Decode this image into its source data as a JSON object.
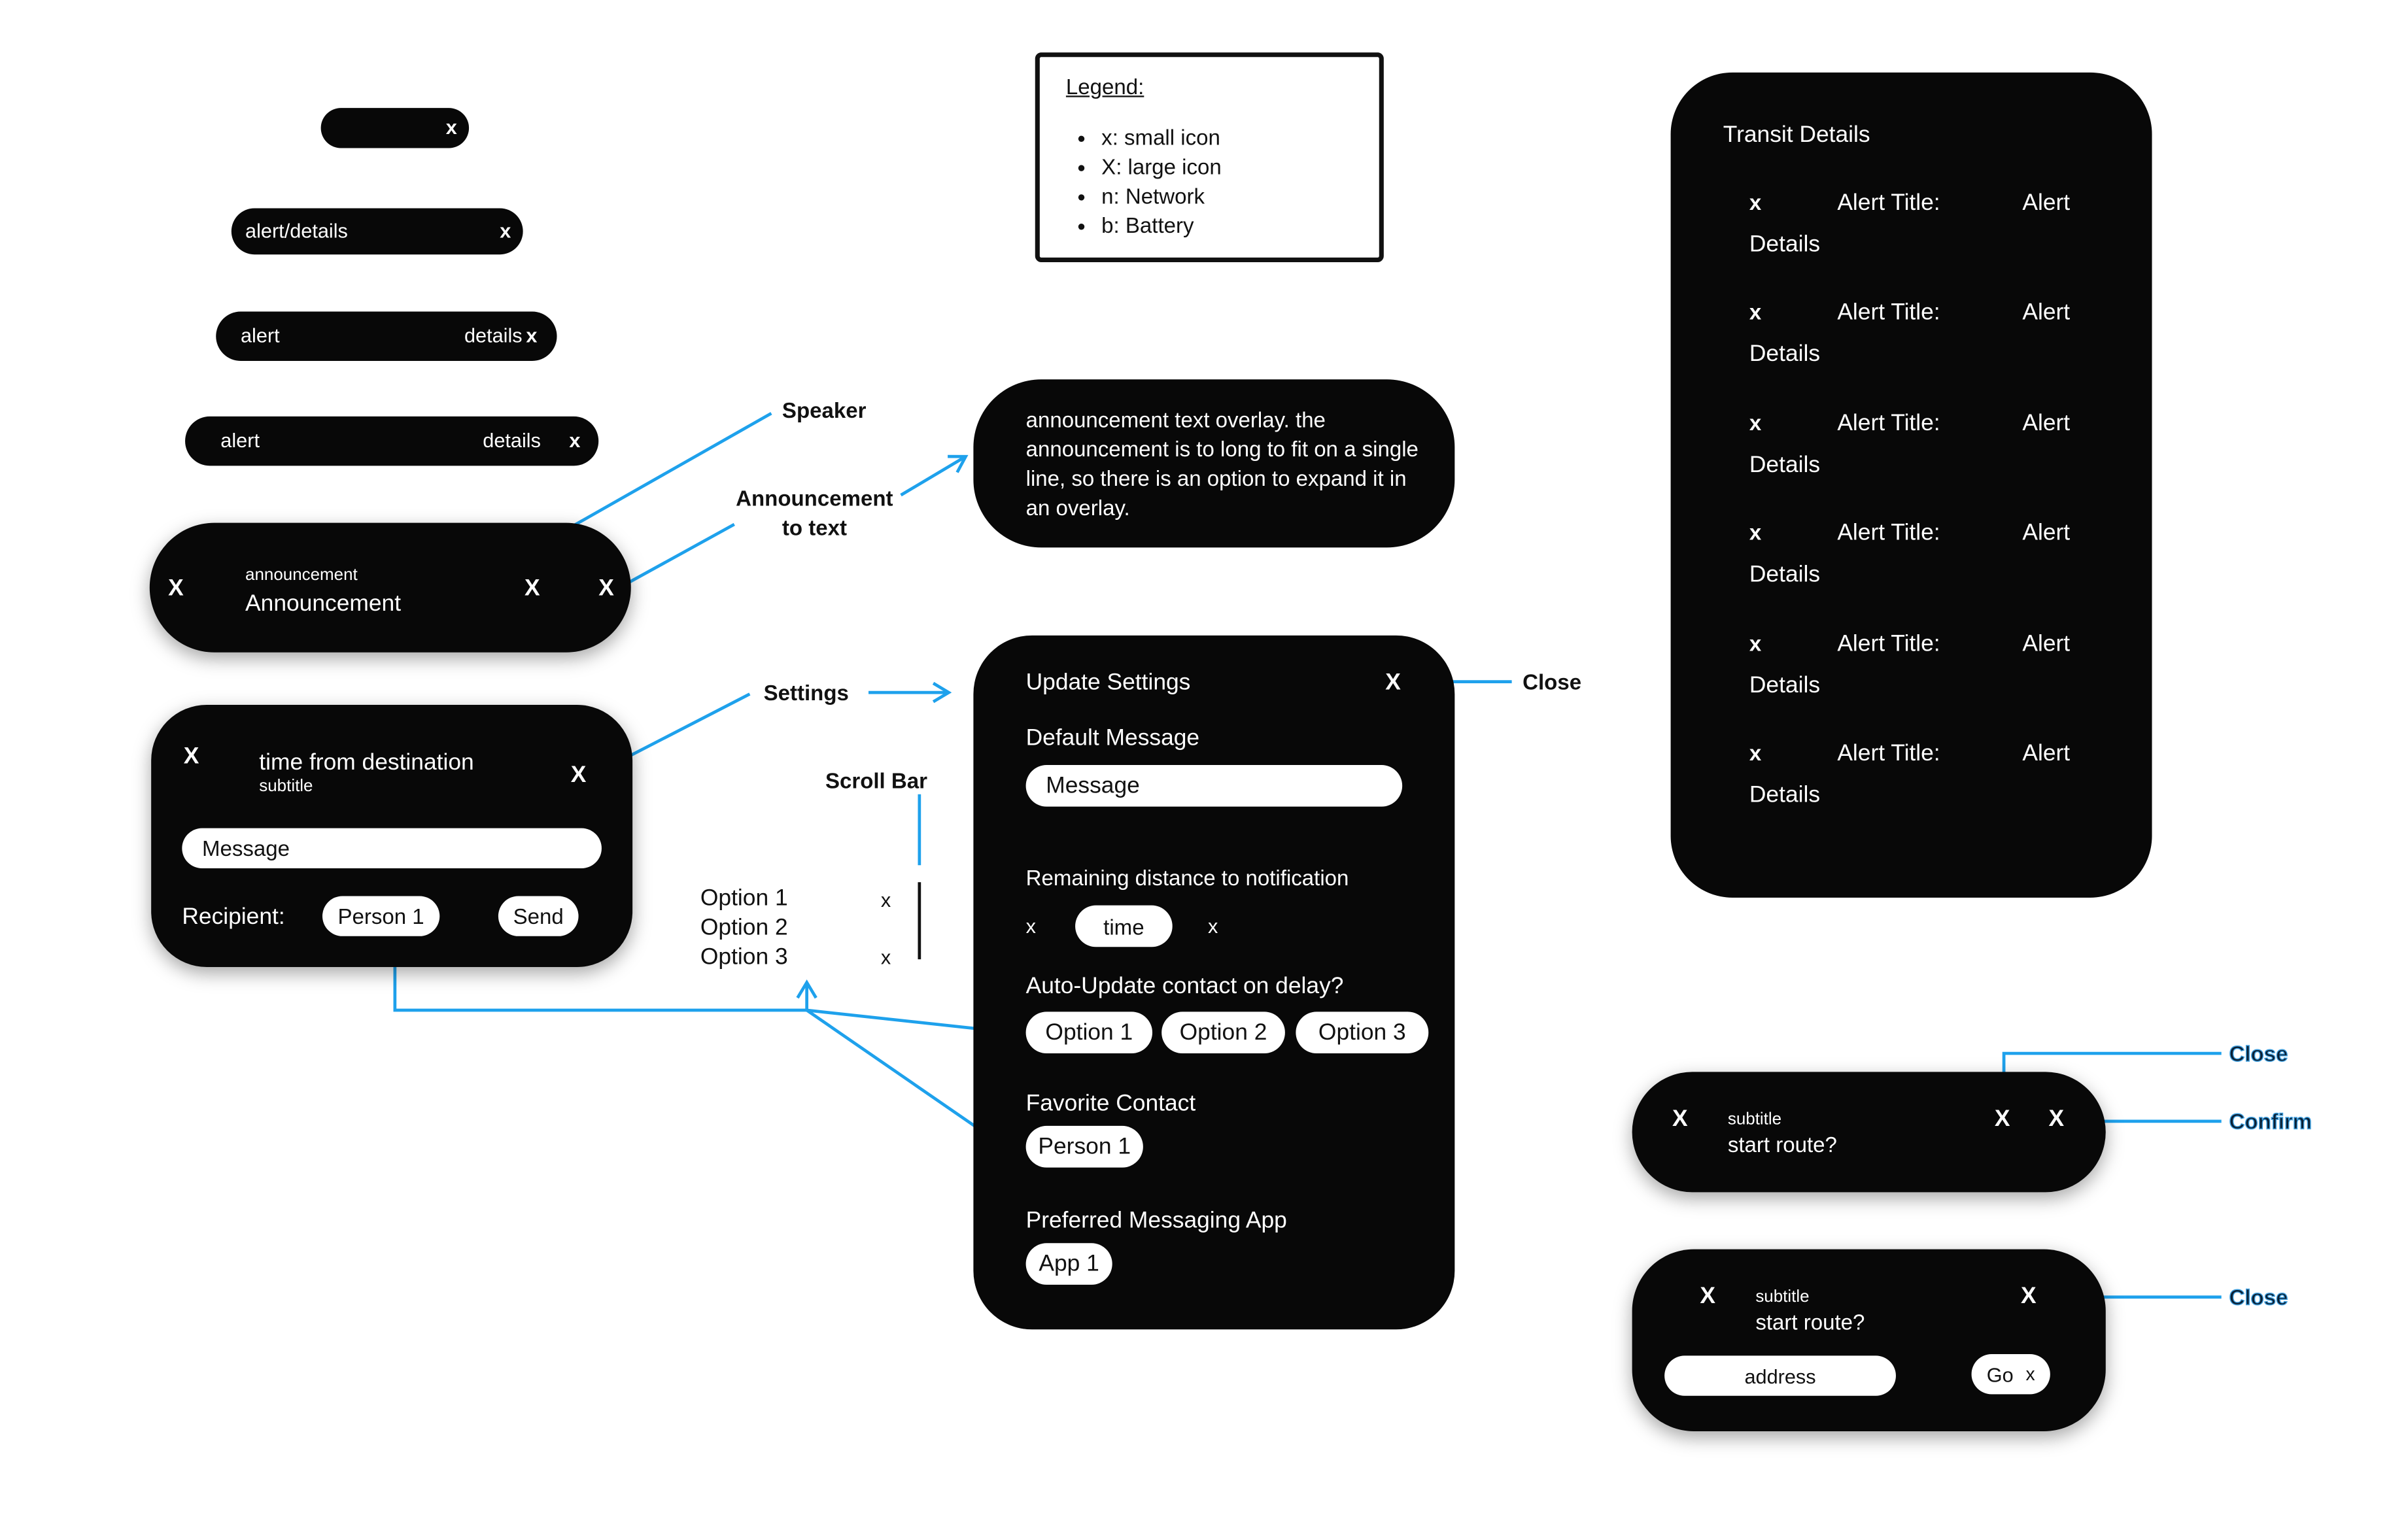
{
  "pills": {
    "p1": {
      "icon": "x"
    },
    "p2": {
      "label": "alert/details",
      "icon": "x"
    },
    "p3": {
      "alert": "alert",
      "details": "details",
      "icon": "x"
    },
    "p4": {
      "alert": "alert",
      "details": "details",
      "icon": "x"
    }
  },
  "announcement_card": {
    "left_icon": "X",
    "overline": "announcement",
    "title": "Announcement",
    "speaker_icon": "X",
    "expand_icon": "X"
  },
  "message_card": {
    "close_icon": "X",
    "title": "time from destination",
    "subtitle": "subtitle",
    "settings_icon": "X",
    "message_placeholder": "Message",
    "recipient_label": "Recipient:",
    "recipient": "Person 1",
    "send": "Send"
  },
  "legend": {
    "title": "Legend:",
    "items": [
      "x: small icon",
      "X: large icon",
      "n: Network",
      "b: Battery"
    ]
  },
  "overlay": {
    "text": "announcement text overlay. the announcement is to long to fit on a single line, so there is an option to expand it in an overlay."
  },
  "settings_panel": {
    "title": "Update Settings",
    "close_icon": "X",
    "default_message_label": "Default Message",
    "default_message_value": "Message",
    "distance_label": "Remaining distance to notification",
    "distance_left_icon": "x",
    "distance_value": "time",
    "distance_right_icon": "x",
    "auto_update_label": "Auto-Update contact on delay?",
    "auto_update_options": [
      "Option 1",
      "Option 2",
      "Option 3"
    ],
    "favorite_label": "Favorite Contact",
    "favorite_value": "Person 1",
    "app_label": "Preferred Messaging App",
    "app_value": "App 1"
  },
  "scroll_list": {
    "options": [
      "Option 1",
      "Option 2",
      "Option 3"
    ],
    "icon_top": "x",
    "icon_bottom": "x"
  },
  "transit": {
    "title": "Transit Details",
    "rows": [
      {
        "icon": "x",
        "title": "Alert Title:",
        "alert": "Alert",
        "details": "Details"
      },
      {
        "icon": "x",
        "title": "Alert Title:",
        "alert": "Alert",
        "details": "Details"
      },
      {
        "icon": "x",
        "title": "Alert Title:",
        "alert": "Alert",
        "details": "Details"
      },
      {
        "icon": "x",
        "title": "Alert Title:",
        "alert": "Alert",
        "details": "Details"
      },
      {
        "icon": "x",
        "title": "Alert Title:",
        "alert": "Alert",
        "details": "Details"
      },
      {
        "icon": "x",
        "title": "Alert Title:",
        "alert": "Alert",
        "details": "Details"
      }
    ]
  },
  "route_card": {
    "left_icon": "X",
    "subtitle": "subtitle",
    "title": "start route?",
    "close_icon": "X",
    "confirm_icon": "X"
  },
  "route_card2": {
    "left_icon": "X",
    "subtitle": "subtitle",
    "title": "start route?",
    "close_icon": "X",
    "address": "address",
    "go": "Go",
    "go_icon": "x"
  },
  "annotations": {
    "speaker": "Speaker",
    "announcement_to_text_line1": "Announcement",
    "announcement_to_text_line2": "to text",
    "settings": "Settings",
    "close": "Close",
    "scroll_bar": "Scroll Bar",
    "route_close": "Close",
    "route_confirm": "Confirm",
    "route2_close": "Close"
  },
  "colors": {
    "card": "#080808",
    "connector": "#1ea1ec",
    "annotation_outline": "#3fa0e0"
  }
}
